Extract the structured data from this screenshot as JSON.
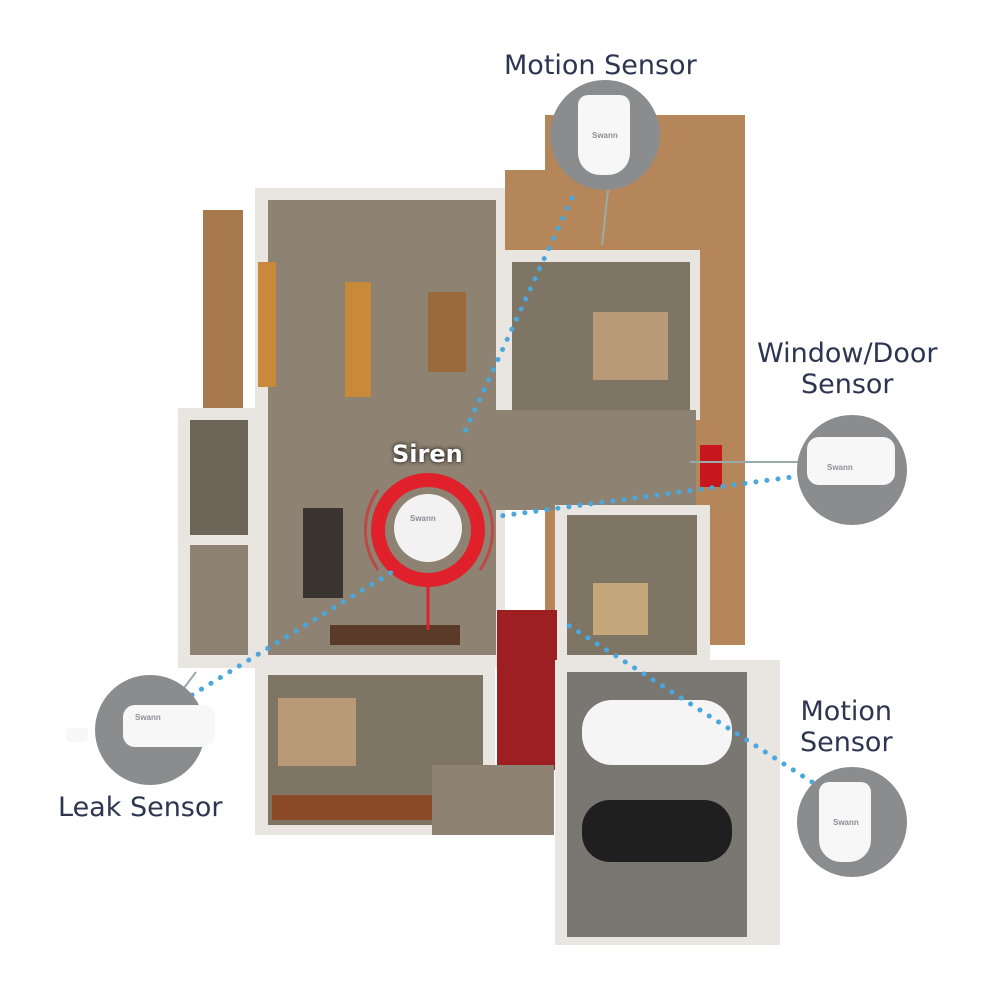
{
  "labels": {
    "motion_sensor_top": "Motion Sensor",
    "window_door_sensor_line1": "Window/Door",
    "window_door_sensor_line2": "Sensor",
    "motion_sensor_bottom_line1": "Motion",
    "motion_sensor_bottom_line2": "Sensor",
    "leak_sensor": "Leak Sensor",
    "siren": "Siren"
  },
  "brand_logo_text": "Swann",
  "colors": {
    "label_text": "#2d3550",
    "connection_dots": "#4aa8dc",
    "siren_ring": "#e0202a",
    "sensor_circle": "#8b8c8e"
  }
}
